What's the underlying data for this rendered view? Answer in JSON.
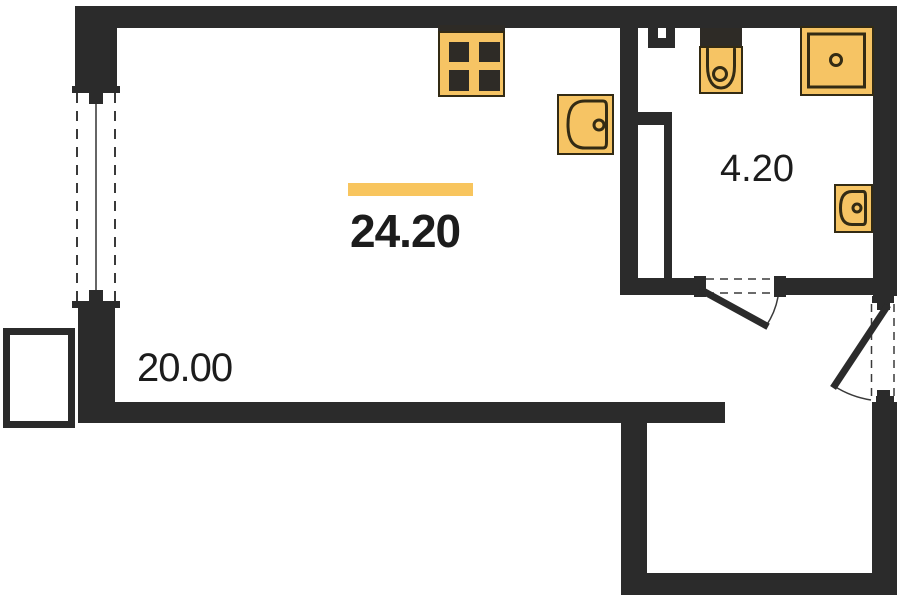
{
  "floorplan": {
    "labels": {
      "main_room_area": "24.20",
      "main_room_width": "20.00",
      "bathroom_area": "4.20"
    },
    "colors": {
      "wall": "#2b2b2b",
      "fixture_fill": "#f6c464",
      "fixture_stroke": "#332b14",
      "fixture_dark": "#2e2b26",
      "accent_bar": "#f8c55e",
      "label_text": "#1c1c1c",
      "background": "#ffffff"
    },
    "fixtures": [
      "stove-icon",
      "kitchen-sink-icon",
      "vent-duct-icon",
      "toilet-icon",
      "shower-icon",
      "washbasin-icon",
      "window-icon",
      "balcony-outline",
      "bathroom-door",
      "entry-door"
    ]
  }
}
